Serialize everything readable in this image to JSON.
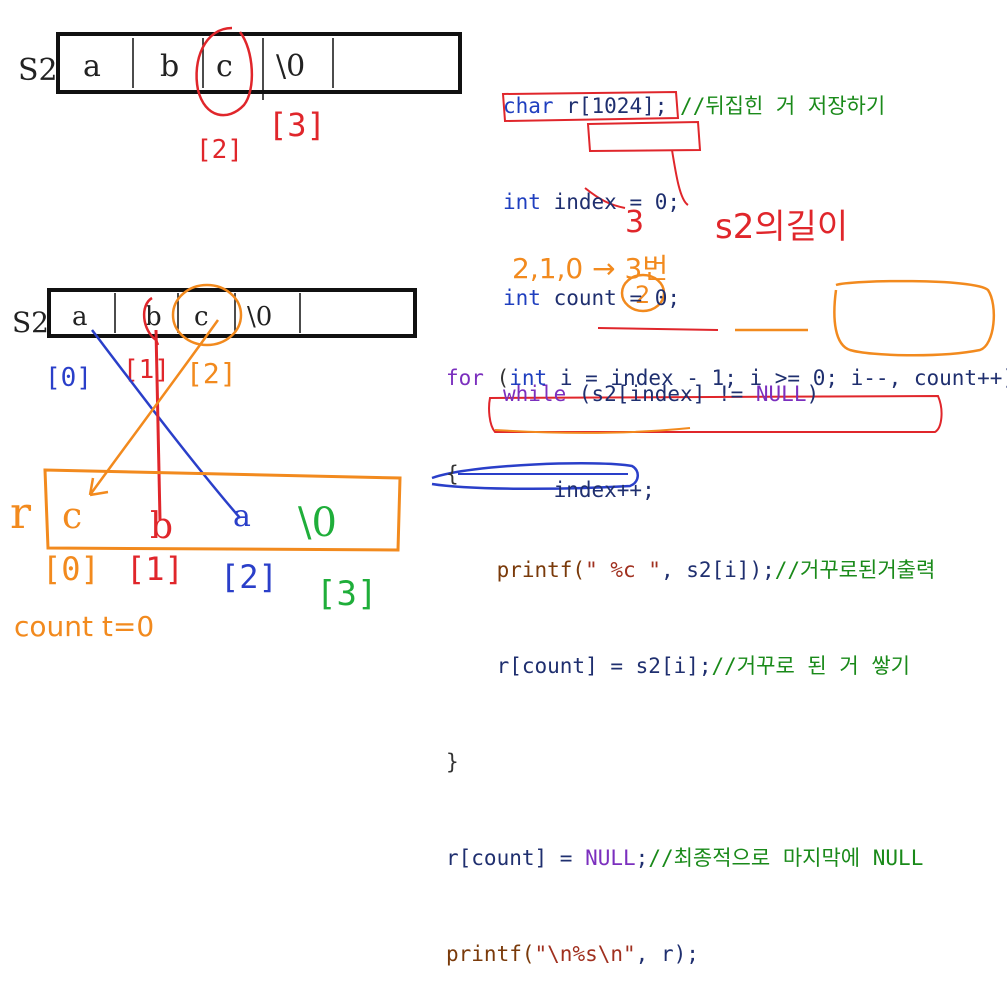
{
  "top_code": {
    "line1_type": "char",
    "line1_var": "r[1024];",
    "line1_comment": "//뒤집힌 거 저장하기",
    "line2_type": "int",
    "line2_rest": "index = 0;",
    "line3_type": "int",
    "line3_rest": "count = 0;",
    "line4_kw": "while",
    "line4_rest_a": "(s2[index] != ",
    "line4_null": "NULL",
    "line4_rest_b": ")",
    "line5": "index++;"
  },
  "bottom_code": {
    "for_kw": "for",
    "for_a": "(",
    "for_int": "int",
    "for_b": "i = index - 1; i >= 0; i--, count++)",
    "open_brace": "{",
    "printf1_fn": "printf(",
    "printf1_str": "\" %c \"",
    "printf1_rest": ", s2[i]);",
    "printf1_comment": "//거꾸로된거출력",
    "assign_code": "r[count] = s2[i];",
    "assign_comment": "//거꾸로 된 거 쌓기",
    "close_brace": "}",
    "null_code_a": "r[count] = ",
    "null_kw": "NULL",
    "null_code_b": ";",
    "null_comment": "//최종적으로 마지막에 NULL",
    "printf2_fn": "printf(",
    "printf2_str": "\"\\n%s\\n\"",
    "printf2_rest": ", r);"
  },
  "annotations": {
    "s2_label_top": "S2",
    "s2_label_bottom": "S2",
    "r_label": "r",
    "top_cells": [
      "a",
      "b",
      "c",
      "\\0"
    ],
    "bottom_cells": [
      "a",
      "b",
      "c",
      "\\0"
    ],
    "top_idx_2": "[2]",
    "top_idx_3": "[3]",
    "bottom_idx": [
      "[0]",
      "[1]",
      "[2]"
    ],
    "r_cells": [
      "c",
      "b",
      "a",
      "\\0"
    ],
    "r_idx": [
      "[0]",
      "[1]",
      "[2]",
      "[3]"
    ],
    "count_note": "count t=0",
    "three_note": "3",
    "length_note": "s2의길이",
    "loop_note": "2,1,0 → 3번",
    "two_circle": "2"
  },
  "colors": {
    "red": "#e0262b",
    "orange": "#f28a1e",
    "blue": "#2a3fc9",
    "green": "#1fae3a",
    "black": "#111111"
  }
}
